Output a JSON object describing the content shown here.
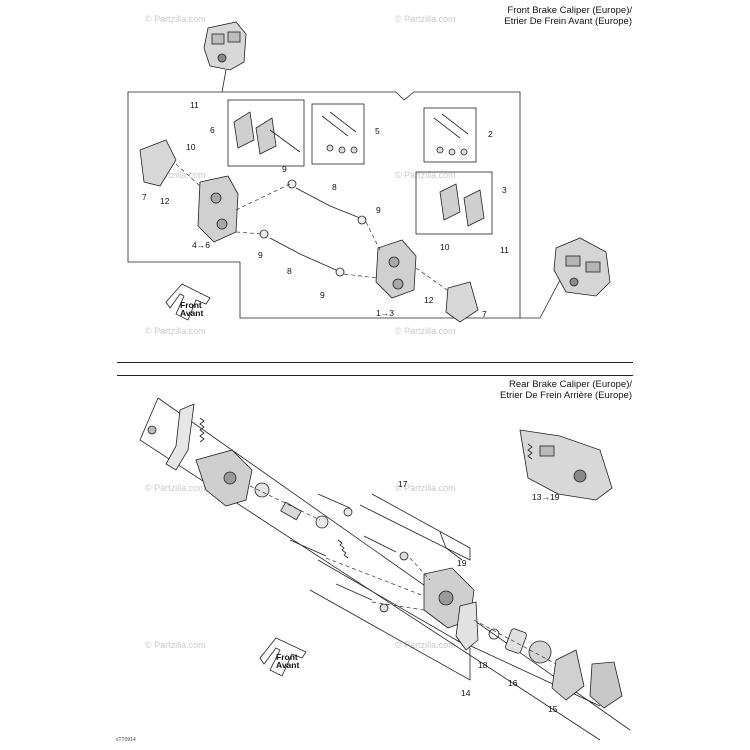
{
  "front": {
    "title_en": "Front Brake Caliper (Europe)/",
    "title_fr": "Etrier De Frein Avant (Europe)",
    "arrow_en": "Front",
    "arrow_fr": "Avant"
  },
  "rear": {
    "title_en": "Rear Brake Caliper (Europe)/",
    "title_fr": "Etrier De Frein Arrière (Europe)",
    "arrow_en": "Front",
    "arrow_fr": "Avant"
  },
  "watermark": "© Partzilla.com",
  "doc_id": "sTT0914",
  "front_labels": {
    "l11a": "11",
    "l6": "6",
    "l5": "5",
    "l2": "2",
    "l10a": "10",
    "l7a": "7",
    "l12a": "12",
    "l9a": "9",
    "l8a": "8",
    "l9b": "9",
    "l3": "3",
    "l4to6": "4→6",
    "l9c": "9",
    "l8b": "8",
    "l10b": "10",
    "l11b": "11",
    "l9d": "9",
    "l12b": "12",
    "l1to3": "1→3",
    "l7b": "7"
  },
  "rear_labels": {
    "l17": "17",
    "l13to19": "13→19",
    "l19": "19",
    "l18": "18",
    "l16": "16",
    "l14": "14",
    "l15": "15"
  }
}
